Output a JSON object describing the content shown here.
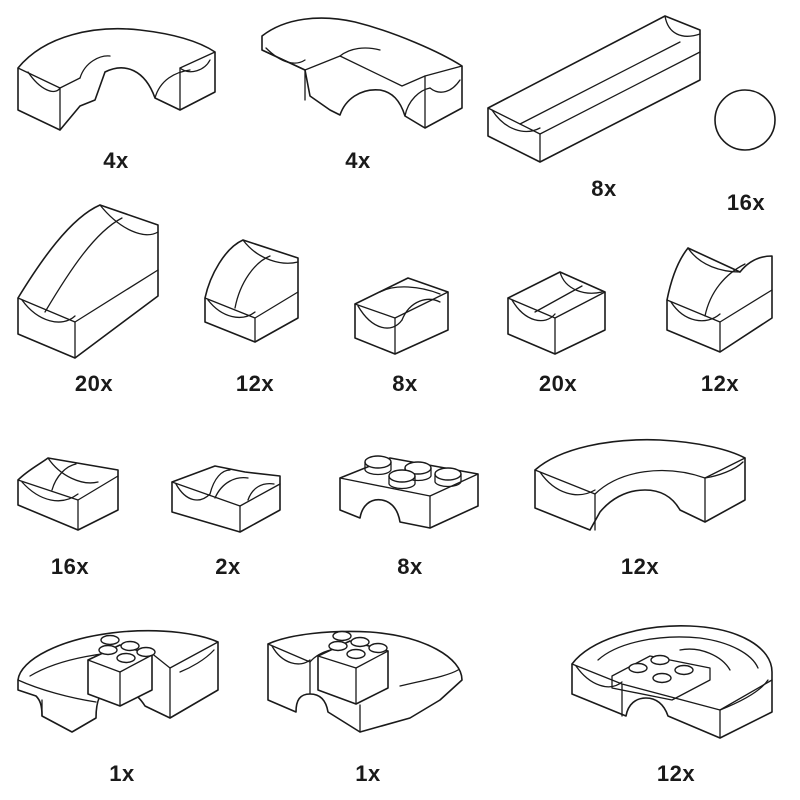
{
  "colors": {
    "line": "#1a1a1a",
    "fill": "#ffffff"
  },
  "pieces": [
    {
      "id": "curve-left",
      "quantity": "4x"
    },
    {
      "id": "curve-right",
      "quantity": "4x"
    },
    {
      "id": "long-straight",
      "quantity": "8x"
    },
    {
      "id": "marble",
      "quantity": "16x"
    },
    {
      "id": "tall-slope",
      "quantity": "20x"
    },
    {
      "id": "short-slope",
      "quantity": "12x"
    },
    {
      "id": "cup-block",
      "quantity": "8x"
    },
    {
      "id": "small-channel",
      "quantity": "20x"
    },
    {
      "id": "steep-channel",
      "quantity": "12x"
    },
    {
      "id": "corner-cup",
      "quantity": "16x"
    },
    {
      "id": "cross-junction",
      "quantity": "2x"
    },
    {
      "id": "arch-brick",
      "quantity": "8x"
    },
    {
      "id": "wide-curve",
      "quantity": "12x"
    },
    {
      "id": "funnel-left",
      "quantity": "1x"
    },
    {
      "id": "funnel-right",
      "quantity": "1x"
    },
    {
      "id": "spiral-bowl",
      "quantity": "12x"
    }
  ]
}
